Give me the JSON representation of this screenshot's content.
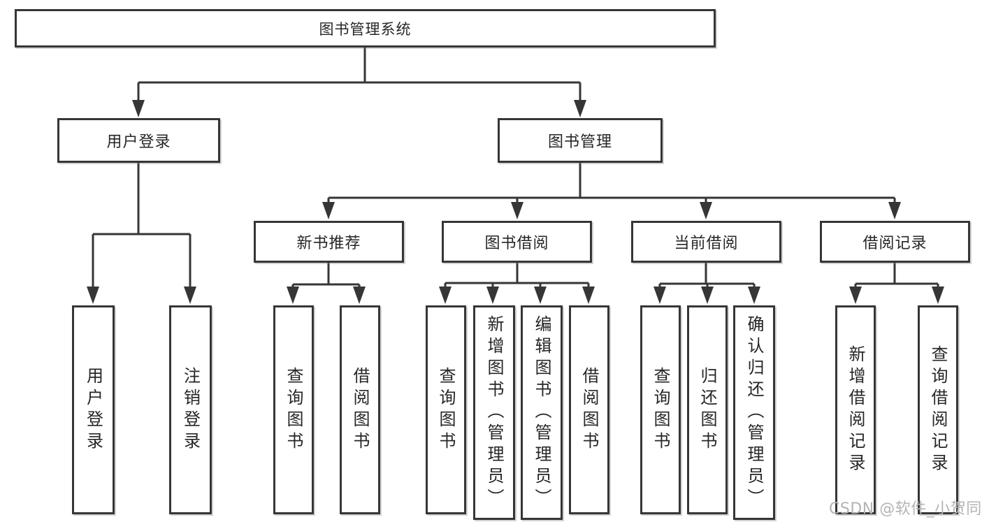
{
  "diagram": {
    "type": "tree-hierarchy",
    "line_color": "#363636",
    "watermark_color": "#b4b4b4",
    "nodes": {
      "root": "图书管理系统",
      "user_login": "用户登录",
      "book_mgmt": "图书管理",
      "user_login_children": [
        "用户登录",
        "注销登录"
      ],
      "new_book": "新书推荐",
      "book_borrow": "图书借阅",
      "current_borrow": "当前借阅",
      "borrow_record": "借阅记录",
      "new_book_children": [
        "查询图书",
        "借阅图书"
      ],
      "book_borrow_children": [
        "查询图书",
        "新增图书（管理员）",
        "编辑图书（管理员）",
        "借阅图书"
      ],
      "current_borrow_children": [
        "查询图书",
        "归还图书",
        "确认归还（管理员）"
      ],
      "borrow_record_children": [
        "新增借阅记录",
        "查询借阅记录"
      ]
    },
    "watermark": "CSDN @软件_小贺同学"
  }
}
